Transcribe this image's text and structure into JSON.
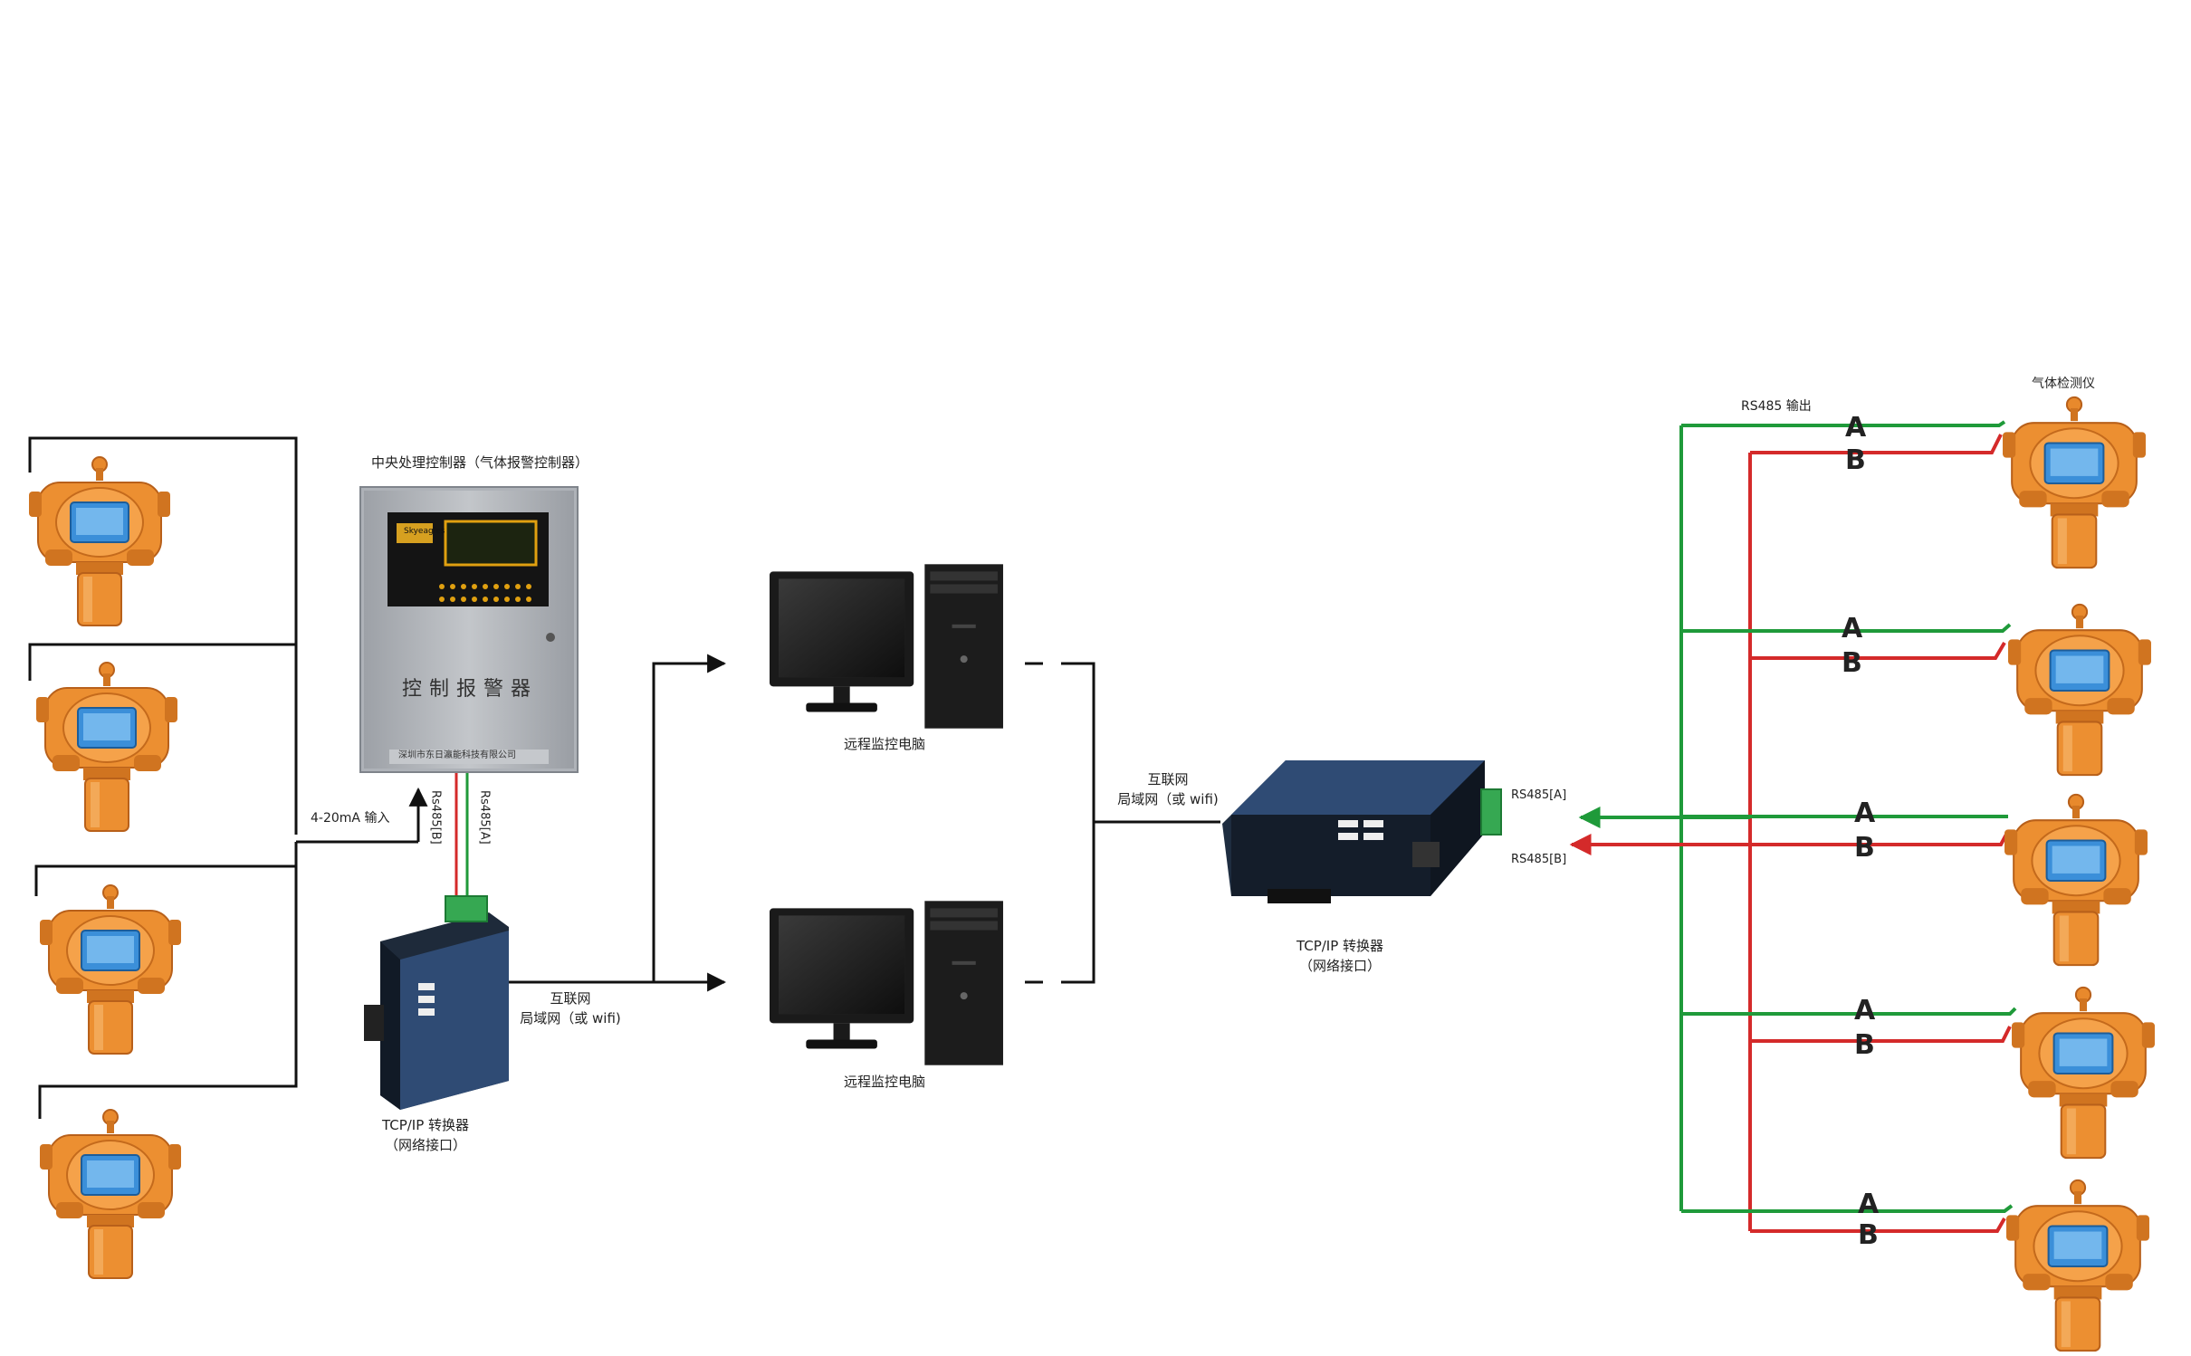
{
  "labels": {
    "controller_title": "中央处理控制器（气体报警控制器）",
    "controller_face": "控制报警器",
    "controller_brand": "Skyeagles",
    "controller_company": "深圳市东日瀛能科技有限公司",
    "input_label": "4-20mA 输入",
    "rs485b_vertical": "Rs485[B]",
    "rs485a_vertical": "Rs485[A]",
    "left_converter_name": "TCP/IP 转换器",
    "left_converter_sub": "（网络接口）",
    "left_net_line1": "互联网",
    "left_net_line2": "局域网（或 wifi)",
    "pc_top_label": "远程监控电脑",
    "pc_bottom_label": "远程监控电脑",
    "right_net_line1": "互联网",
    "right_net_line2": "局域网（或 wifi)",
    "right_converter_name": "TCP/IP 转换器",
    "right_converter_sub": "（网络接口）",
    "rs485a_right": "RS485[A]",
    "rs485b_right": "RS485[B]",
    "rs485_output": "RS485 输出",
    "detector_title": "气体检测仪",
    "bus_a": "A",
    "bus_b": "B"
  },
  "colors": {
    "wire_a": "#1f9a3a",
    "wire_b": "#d42a2a",
    "wire_black": "#111111",
    "detector_orange": "#e8892c",
    "detector_screen": "#3b8fd9",
    "controller_gray": "#a9adb3"
  },
  "icons": {
    "detector": "gas-detector-icon",
    "controller": "alarm-controller-icon",
    "converter": "tcp-ip-converter-icon",
    "computer": "desktop-computer-icon"
  }
}
